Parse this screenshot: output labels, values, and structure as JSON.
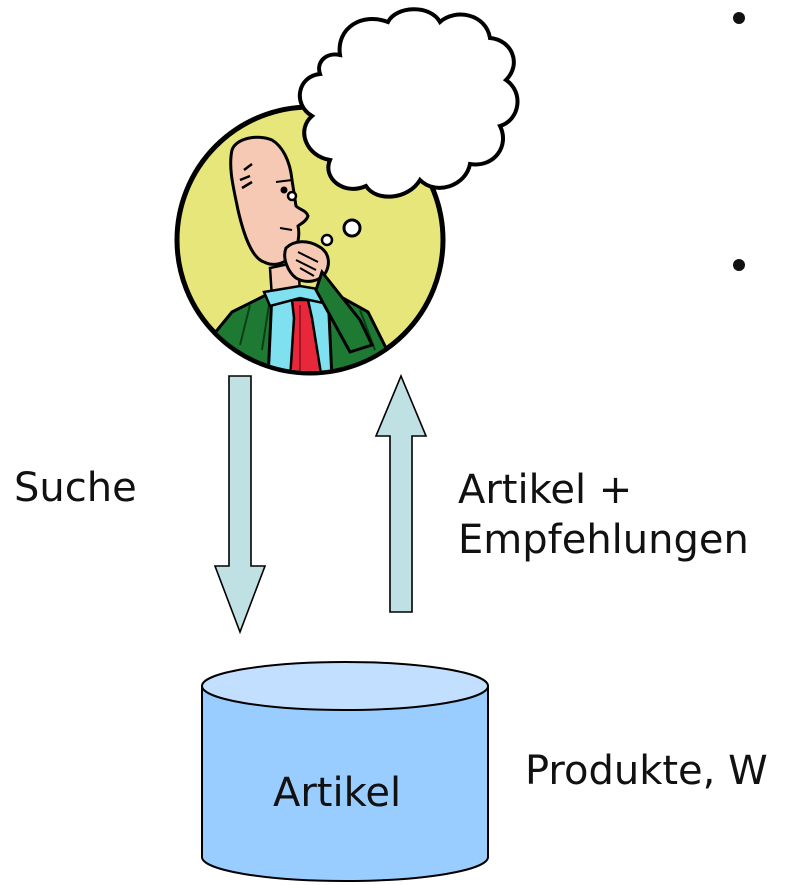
{
  "labels": {
    "search": "Suche",
    "return_line1": "Artikel +",
    "return_line2": "Empfehlungen",
    "database": "Artikel",
    "database_desc": "Produkte, W"
  },
  "icons": {
    "user": "thinking-man-icon",
    "thought": "thought-cloud-icon",
    "database": "database-cylinder-icon",
    "arrow_down": "arrow-down-icon",
    "arrow_up": "arrow-up-icon"
  },
  "colors": {
    "circle": "#e6e67a",
    "arrow_fill": "#bfe1e3",
    "db_body": "#99ccff",
    "db_top": "#c2dfff",
    "skin": "#f6c9b4",
    "jacket": "#1e7a32",
    "shirt": "#7fe0f0",
    "tie": "#e8283a"
  }
}
